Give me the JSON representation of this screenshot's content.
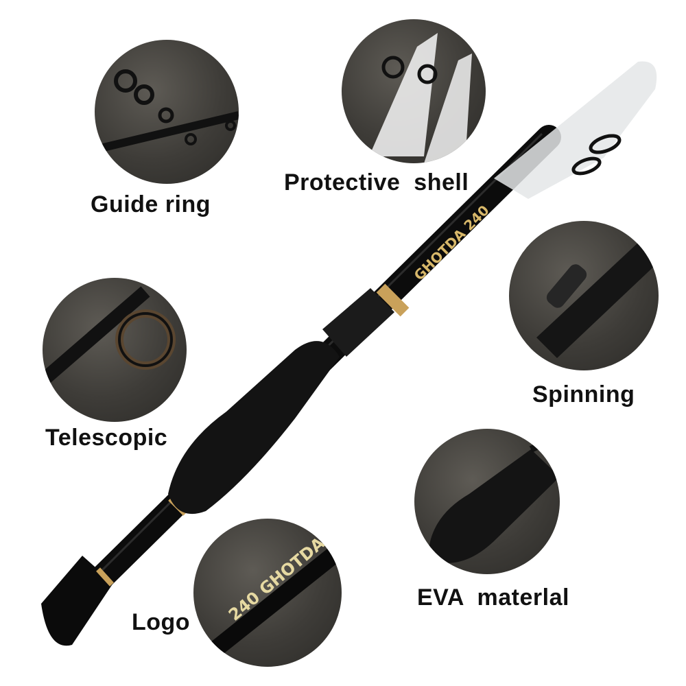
{
  "product": {
    "brand": "GHOTDA",
    "model": "240",
    "colors": {
      "rod": "#0c0c0c",
      "gold_accent": "#c9a15a",
      "eva_grip": "#141414",
      "shell": "#e4e6e8",
      "circle_bg": "#3e3c38"
    }
  },
  "features": [
    {
      "id": "guide-ring",
      "label": "Guide ring"
    },
    {
      "id": "protective-shell",
      "label": "Protective  shell"
    },
    {
      "id": "spinning",
      "label": "Spinning"
    },
    {
      "id": "telescopic",
      "label": "Telescopic"
    },
    {
      "id": "eva-material",
      "label": "EVA  materlal"
    },
    {
      "id": "logo",
      "label": "Logo"
    }
  ]
}
